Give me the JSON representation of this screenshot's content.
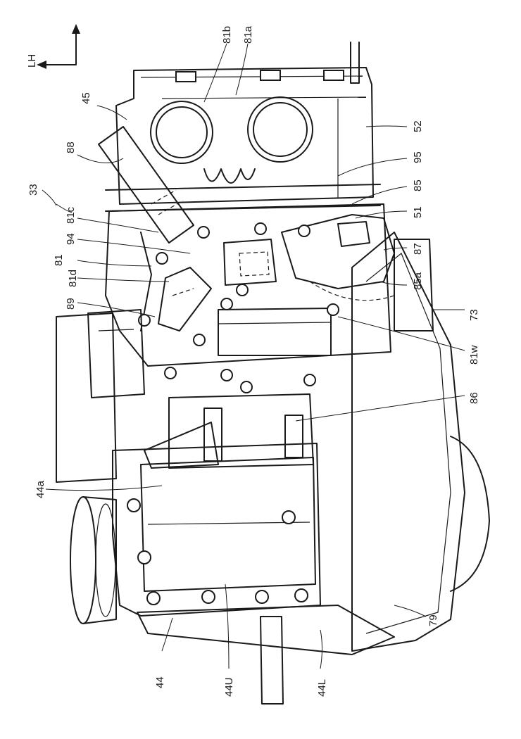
{
  "orientation_marker": {
    "label": "LH"
  },
  "labels": {
    "l81b": "81b",
    "l81a": "81a",
    "l45": "45",
    "l52": "52",
    "l88": "88",
    "l95": "95",
    "l85": "85",
    "l33": "33",
    "l51": "51",
    "l81c": "81c",
    "l94": "94",
    "l87": "87",
    "l81": "81",
    "l81d": "81d",
    "l85a": "85a",
    "l89": "89",
    "l73": "73",
    "l81w": "81w",
    "l86": "86",
    "l44a": "44a",
    "l79": "79",
    "l44": "44",
    "l44U": "44U",
    "l44L": "44L"
  }
}
